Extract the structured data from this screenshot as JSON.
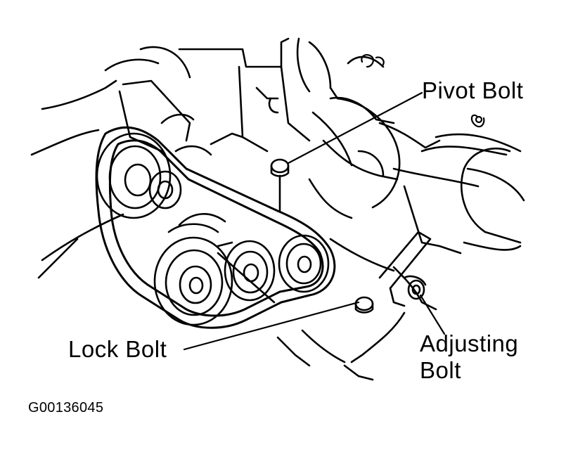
{
  "labels": {
    "pivot_bolt": "Pivot Bolt",
    "lock_bolt": "Lock Bolt",
    "adjusting_bolt_line1": "Adjusting",
    "adjusting_bolt_line2": "Bolt"
  },
  "figure_id": "G00136045",
  "colors": {
    "ink": "#000000",
    "paper": "#ffffff"
  }
}
